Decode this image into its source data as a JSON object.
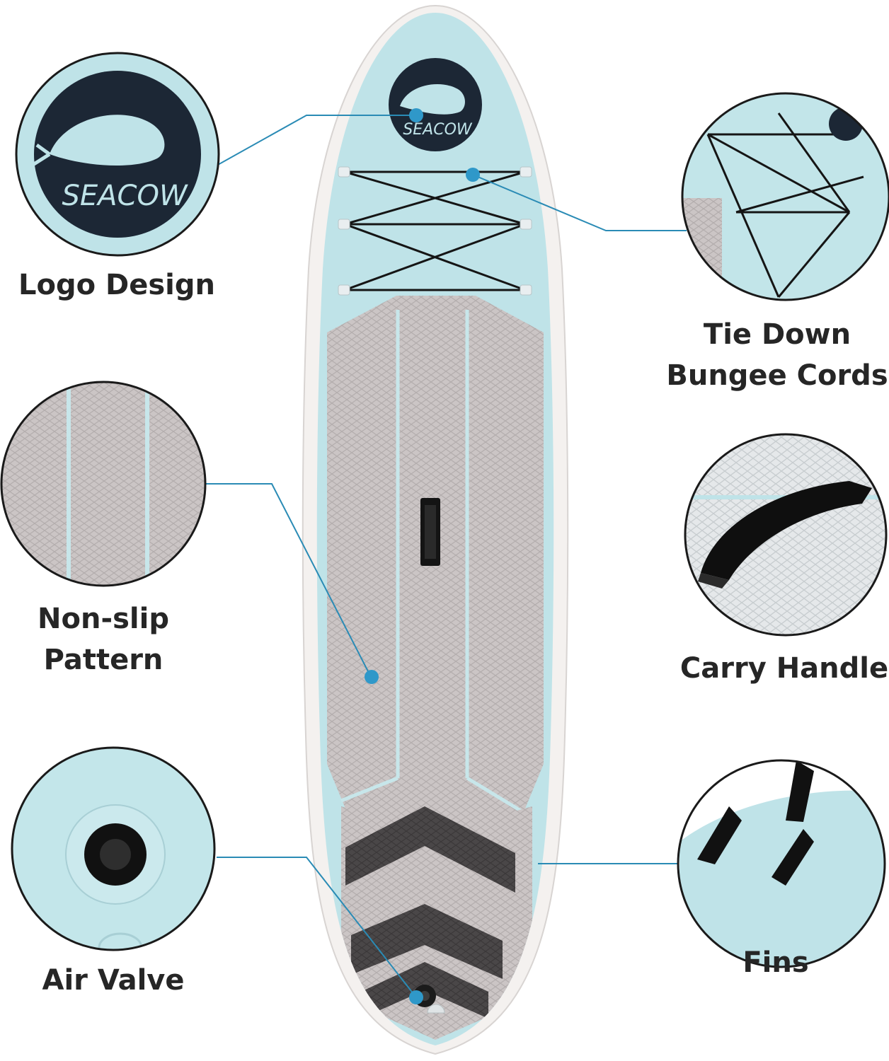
{
  "brand": {
    "name": "SEACOW"
  },
  "features": {
    "logo": "Logo Design",
    "bungee": [
      "Tie Down",
      "Bungee Cords"
    ],
    "pattern": [
      "Non-slip",
      "Pattern"
    ],
    "handle": "Carry Handle",
    "valve": "Air Valve",
    "fins": "Fins"
  },
  "colors": {
    "board": "#bfe3e8",
    "pad": "#c9c3c3",
    "pad_dark": "#4a4748",
    "callout_line": "#2a8bb5",
    "callout_dot": "#2f98c9",
    "logo_bg": "#1c2735",
    "text": "#262626"
  }
}
